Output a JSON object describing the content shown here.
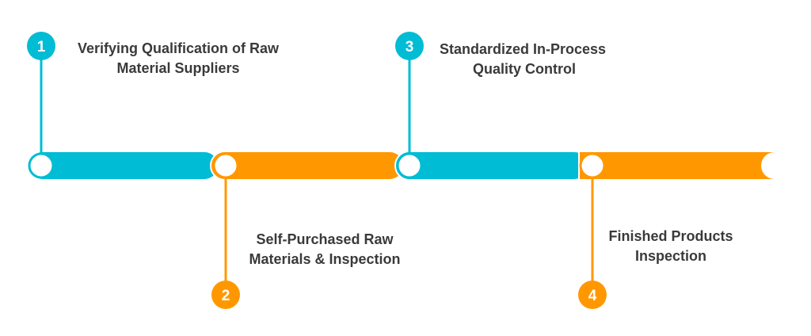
{
  "colors": {
    "cyan": "#00BCD4",
    "orange": "#FF9800",
    "text": "#3a3a3a"
  },
  "steps": [
    {
      "number": "1",
      "line1": "Verifying Qualification of Raw",
      "line2": "Material Suppliers",
      "color": "#00BCD4"
    },
    {
      "number": "2",
      "line1": "Self-Purchased Raw",
      "line2": "Materials & Inspection",
      "color": "#FF9800"
    },
    {
      "number": "3",
      "line1": "Standardized In-Process",
      "line2": "Quality Control",
      "color": "#00BCD4"
    },
    {
      "number": "4",
      "line1": "Finished Products",
      "line2": "Inspection",
      "color": "#FF9800"
    }
  ]
}
